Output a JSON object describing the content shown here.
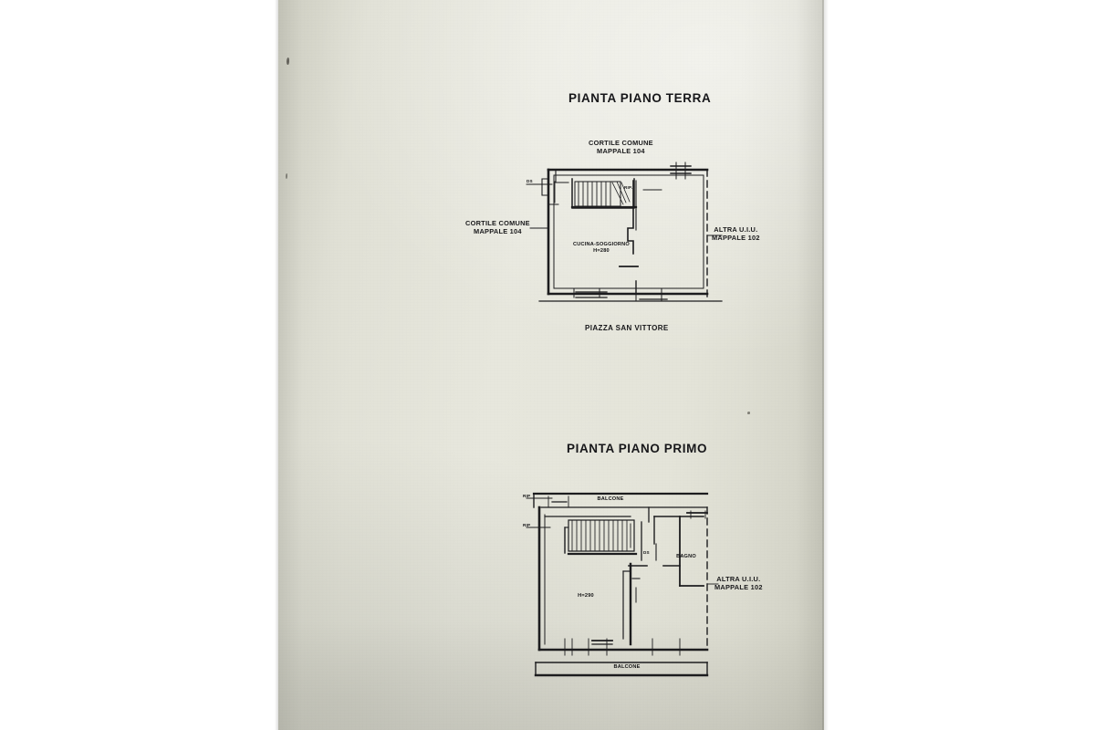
{
  "document": {
    "type": "planimetria-catastale",
    "sheet_background": "#e4e4d9",
    "ink_color": "#1a1a1c"
  },
  "plans": [
    {
      "id": "piano-terra",
      "title": "PIANTA PIANO TERRA",
      "annotations": {
        "top": {
          "line1": "CORTILE COMUNE",
          "line2": "MAPPALE 104"
        },
        "left": {
          "line1": "CORTILE COMUNE",
          "line2": "MAPPALE 104"
        },
        "right": {
          "line1": "ALTRA U.I.U.",
          "line2": "MAPPALE 102"
        },
        "bottom": "PIAZZA SAN VITTORE"
      },
      "rooms": [
        {
          "name": "CUCINA-SOGGIORNO",
          "height": "H=280"
        }
      ],
      "markers": [
        {
          "label": "DS"
        },
        {
          "label": "RIP."
        }
      ]
    },
    {
      "id": "piano-primo",
      "title": "PIANTA PIANO PRIMO",
      "annotations": {
        "right": {
          "line1": "ALTRA U.I.U.",
          "line2": "MAPPALE 102"
        }
      },
      "rooms": [
        {
          "name": "BALCONE"
        },
        {
          "name": "BAGNO"
        },
        {
          "name": "BALCONE"
        }
      ],
      "room_height": "H=290",
      "markers": [
        {
          "label": "RIP"
        },
        {
          "label": "RIP"
        },
        {
          "label": "DS"
        }
      ]
    }
  ]
}
